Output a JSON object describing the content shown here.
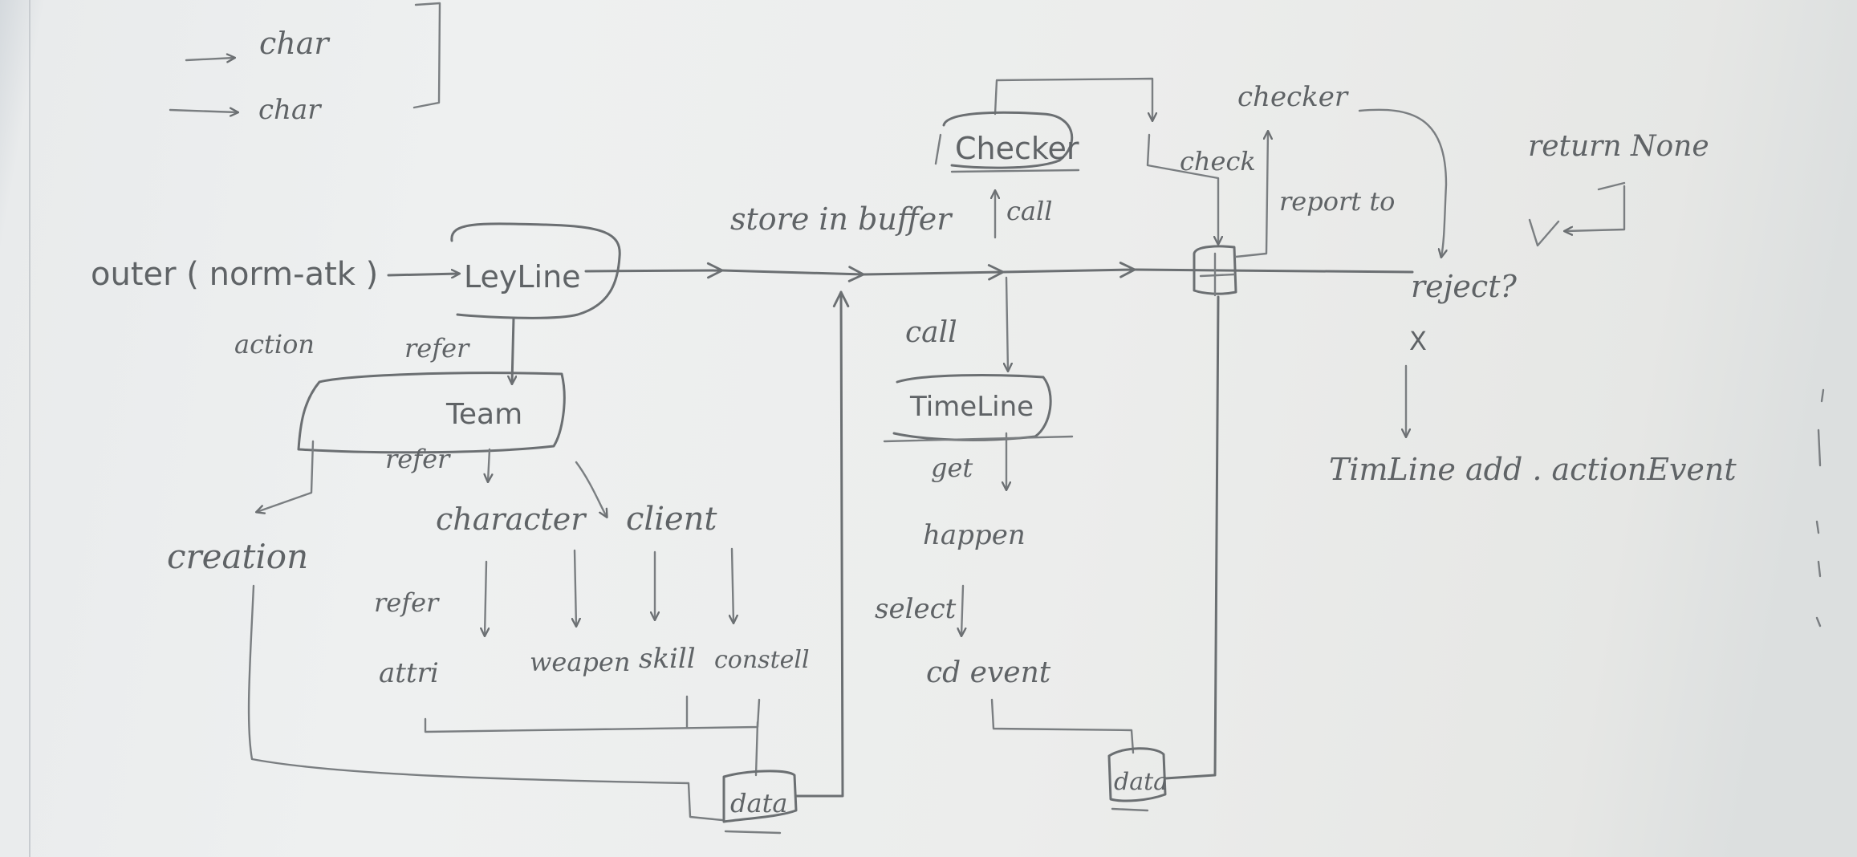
{
  "diagram": {
    "top_left_notes": [
      "char",
      "char"
    ],
    "entry": {
      "outer": "outer ( norm-atk )",
      "action": "action"
    },
    "nodes": {
      "leyline": "LeyLine",
      "team": "Team",
      "character": "character",
      "client": "client",
      "attri": "attri",
      "weapon": "weapen",
      "skill": "skill",
      "constell": "constell",
      "creation": "creation",
      "data_left": "data",
      "checker_box": "Checker",
      "checker_top": "checker",
      "timeline": "TimeLine",
      "happen": "happen",
      "cdevent": "cd event",
      "data_right": "data",
      "return_none": "return None",
      "reject": "reject?",
      "x_mark": "X",
      "timeline_add": "TimLine add . actionEvent"
    },
    "edges": {
      "refer_1": "refer",
      "refer_2": "refer",
      "refer_3": "refer",
      "store_in_buffer": "store in buffer",
      "call_up": "call",
      "call_down": "call",
      "check": "check",
      "report_to": "report to",
      "get": "get",
      "select": "select"
    }
  }
}
